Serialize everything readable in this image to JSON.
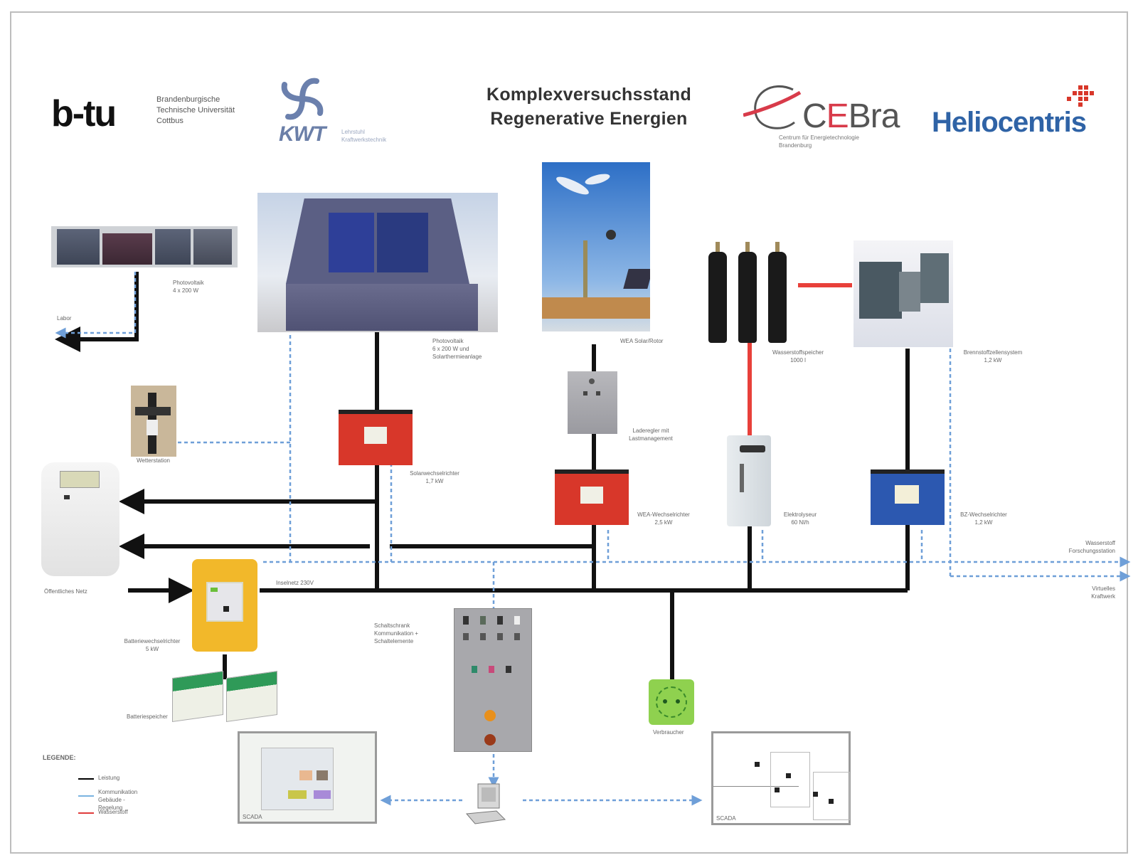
{
  "header": {
    "title_line1": "Komplexversuchsstand",
    "title_line2": "Regenerative Energien",
    "logos": {
      "btu": {
        "mark": "b-tu",
        "text": "Brandenburgische\nTechnische Universität\nCottbus"
      },
      "kwt": {
        "mark": "KWT",
        "text": "Lehrstuhl\nKraftwerkstechnik"
      },
      "cebra": {
        "mark_c": "C",
        "mark_e": "E",
        "mark_rest": "Bra",
        "text": "Centrum für Energietechnologie\nBrandenburg"
      },
      "heliocentris": {
        "mark": "Heliocentris"
      }
    }
  },
  "components": {
    "pv_small": {
      "label": "Photovoltaik\n4 x 200 W"
    },
    "pv_large": {
      "label": "Photovoltaik\n6 x 200 W und\nSolarthermieanlage"
    },
    "wind_tower": {
      "label": "WEA Solar/Rotor"
    },
    "h2_storage": {
      "label": "Wasserstoffspeicher\n1000 l"
    },
    "fuel_cell": {
      "label": "Brennstoffzellensystem\n1,2 kW"
    },
    "weather_station": {
      "label": "Wetterstation"
    },
    "pv_inverter": {
      "label": "Solarwechselrichter\n1,7 kW"
    },
    "charge_controller": {
      "label": "Laderegler mit\nLastmanagement"
    },
    "wind_inverter": {
      "label": "WEA-Wechselrichter\n2,5 kW"
    },
    "electrolyser": {
      "label": "Elektrolyseur\n60 Nl/h"
    },
    "fc_inverter": {
      "label": "BZ-Wechselrichter\n1,2 kW"
    },
    "grid_meter": {
      "label": "Öffentliches Netz"
    },
    "battery_inverter": {
      "label": "Batteriewechselrichter\n5 kW"
    },
    "island_grid": {
      "label": "Inselnetz 230V"
    },
    "batteries": {
      "label": "Batteriespeicher"
    },
    "control_cabinet": {
      "label": "Schaltschrank\nKommunikation +\nSchaltelemente"
    },
    "socket": {
      "label": "Verbraucher"
    },
    "scada_left": {
      "label": "SCADA"
    },
    "scada_right": {
      "label": "SCADA"
    },
    "lab_out": {
      "label": "Labor"
    },
    "h2_research": {
      "label": "Wasserstoff\nForschungsstation"
    },
    "virtual_power": {
      "label": "Virtuelles\nKraftwerk"
    }
  },
  "legend": {
    "title": "LEGENDE:",
    "items": [
      {
        "label": "Leistung",
        "color": "#000000"
      },
      {
        "label": "Kommunikation\nGebäude - Regelung",
        "color": "#7ab3e0"
      },
      {
        "label": "Wasserstoff",
        "color": "#e03c3c"
      }
    ]
  },
  "colors": {
    "power_line": "#111111",
    "comm_line": "#6f9fd8",
    "hydrogen_line": "#e8403a",
    "inverter_red": "#d8372a",
    "inverter_blue": "#2c58b0",
    "inverter_yellow": "#f2b82a",
    "socket_green": "#8fd14f"
  }
}
